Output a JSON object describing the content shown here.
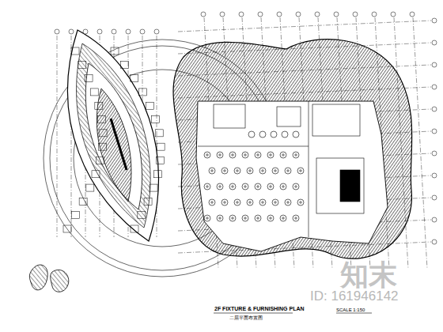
{
  "diagram": {
    "title": "2F FIXTURE & FURNISHING PLAN",
    "labels": [
      "二层平面布置图",
      "SCALE 1:150",
      "知末",
      "ID: 161946142"
    ]
  }
}
